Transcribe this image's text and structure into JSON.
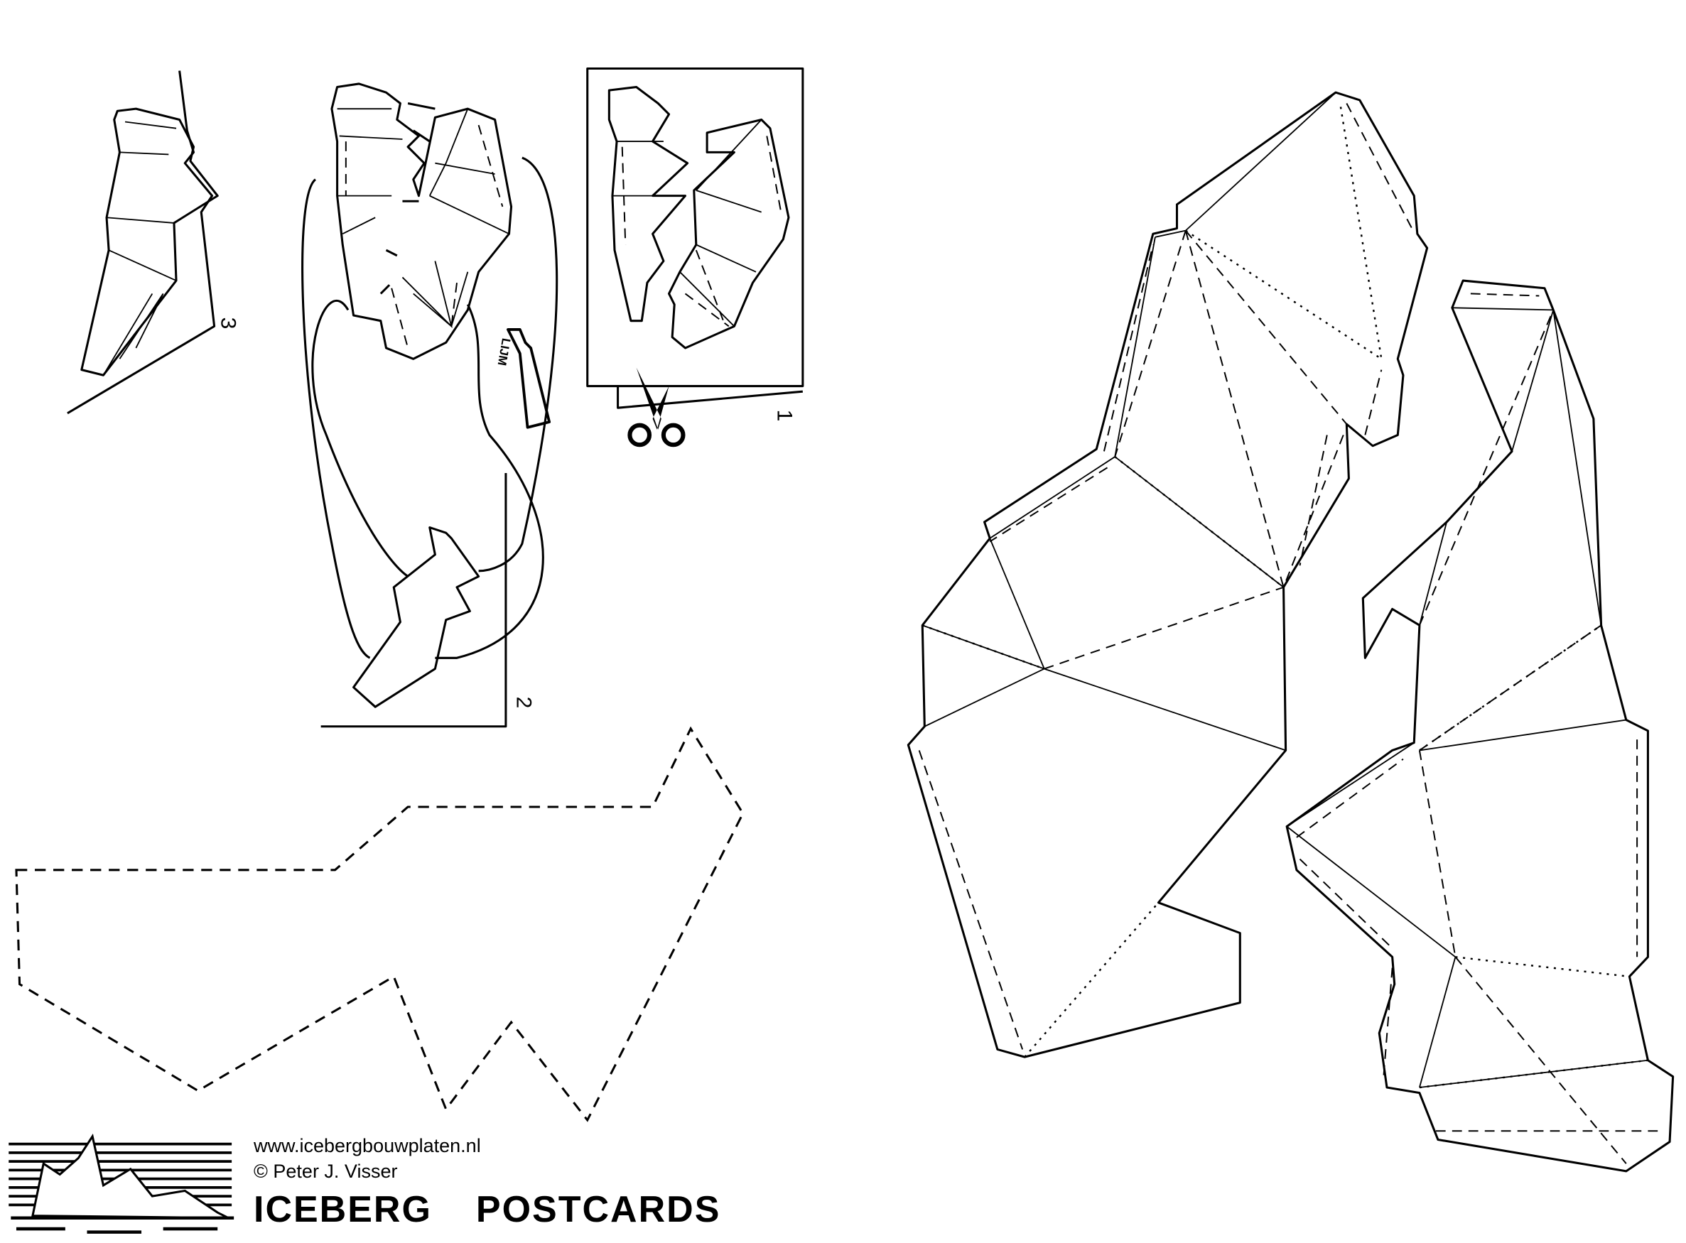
{
  "footer": {
    "website": "www.icebergbouwplaten.nl",
    "copyright": "© Peter J. Visser",
    "title_word1": "ICEBERG",
    "title_word2": "POSTCARDS"
  },
  "steps": {
    "step1": "1",
    "step2": "2",
    "step3": "3"
  },
  "glue_tube_label": "LIJM",
  "colors": {
    "ink": "#000000",
    "paper": "#ffffff"
  }
}
